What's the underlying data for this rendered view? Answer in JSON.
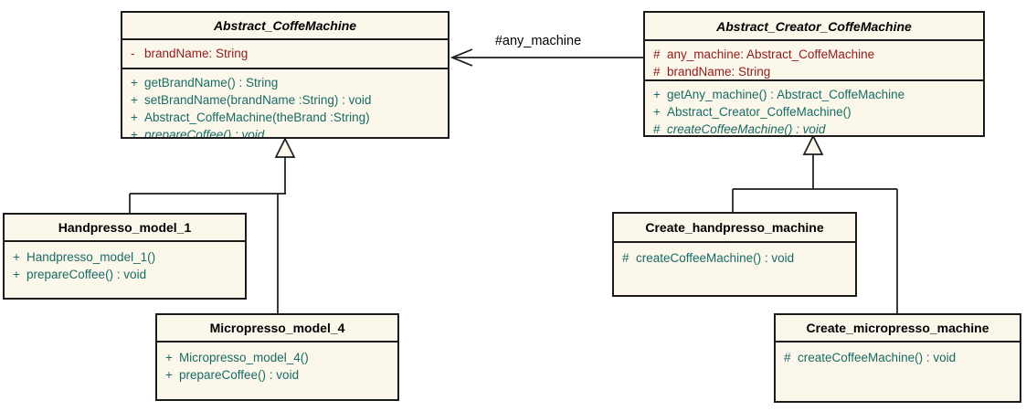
{
  "colors": {
    "box_fill": "#FBF7EA",
    "border": "#1b1b1b",
    "attribute_text": "#8F1B1B",
    "method_text": "#186B66",
    "title_text": "#000000"
  },
  "association": {
    "label": "#any_machine"
  },
  "classes": {
    "c1": {
      "title": "Abstract_CoffeMachine",
      "attributes": [
        {
          "vis": "-",
          "text": "brandName: String"
        }
      ],
      "methods": [
        {
          "vis": "+",
          "text": "getBrandName() : String"
        },
        {
          "vis": "+",
          "text": "setBrandName(brandName :String) : void"
        },
        {
          "vis": "+",
          "text": "Abstract_CoffeMachine(theBrand :String)"
        },
        {
          "vis": "+",
          "text": "prepareCoffee() : void"
        }
      ]
    },
    "c2": {
      "title": "Abstract_Creator_CoffeMachine",
      "attributes": [
        {
          "vis": "#",
          "text": "any_machine: Abstract_CoffeMachine"
        },
        {
          "vis": "#",
          "text": "brandName: String"
        }
      ],
      "methods": [
        {
          "vis": "+",
          "text": "getAny_machine() : Abstract_CoffeMachine"
        },
        {
          "vis": "+",
          "text": "Abstract_Creator_CoffeMachine()"
        },
        {
          "vis": "#",
          "text": "createCoffeeMachine() : void"
        }
      ]
    },
    "c3": {
      "title": "Handpresso_model_1",
      "methods": [
        {
          "vis": "+",
          "text": "Handpresso_model_1()"
        },
        {
          "vis": "+",
          "text": "prepareCoffee() : void"
        }
      ]
    },
    "c4": {
      "title": "Micropresso_model_4",
      "methods": [
        {
          "vis": "+",
          "text": "Micropresso_model_4()"
        },
        {
          "vis": "+",
          "text": "prepareCoffee() : void"
        }
      ]
    },
    "c5": {
      "title": "Create_handpresso_machine",
      "methods": [
        {
          "vis": "#",
          "text": "createCoffeeMachine() : void"
        }
      ]
    },
    "c6": {
      "title": "Create_micropresso_machine",
      "methods": [
        {
          "vis": "#",
          "text": "createCoffeeMachine() : void"
        }
      ]
    }
  }
}
